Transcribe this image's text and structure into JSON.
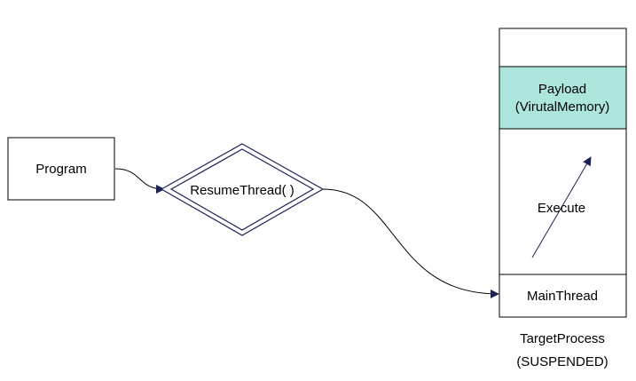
{
  "diagram": {
    "program": {
      "label": "Program"
    },
    "resume_thread": {
      "label": "ResumeThread( )"
    },
    "target_process": {
      "payload_line1": "Payload",
      "payload_line2": "(VirutalMemory)",
      "execute_label": "Execute",
      "main_thread_label": "MainThread",
      "caption_line1": "TargetProcess",
      "caption_line2": "(SUSPENDED)"
    },
    "colors": {
      "payload_fill": "#ade6dc",
      "diamond_stroke": "#1c2456",
      "arrow_fill": "#1c2456",
      "line_color": "#000000"
    }
  }
}
